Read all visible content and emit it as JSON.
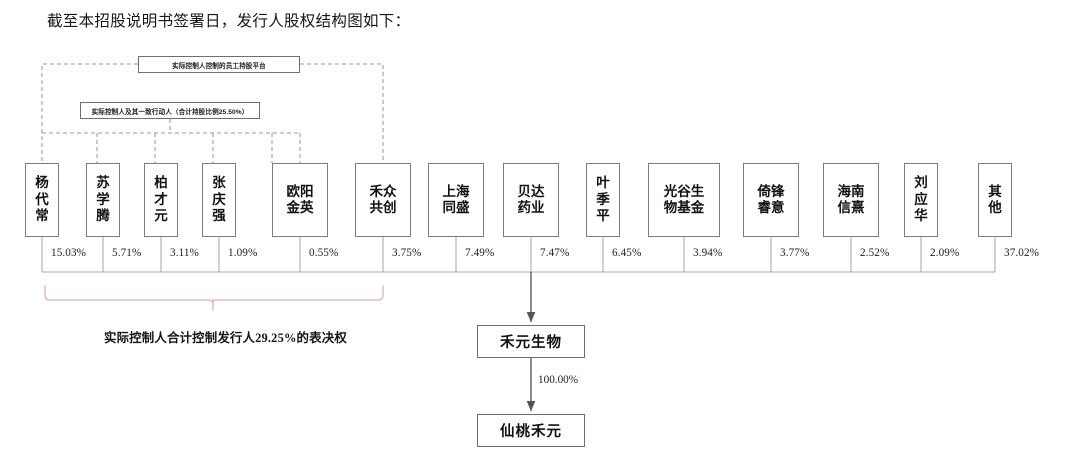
{
  "heading": "截至本招股说明书签署日，发行人股权结构图如下：",
  "control_boxes": {
    "esop_platform": "实际控制人控制的员工持股平台",
    "actual_controller": "实际控制人及其一致行动人（合计持股比例25.50%）"
  },
  "bracket": {
    "label": "实际控制人合计控制发行人29.25%的表决权",
    "color": "#e8c4c4"
  },
  "shareholders": [
    {
      "name": "杨代常",
      "lines": [
        "杨",
        "代",
        "常"
      ],
      "pct": "15.03%"
    },
    {
      "name": "苏学腾",
      "lines": [
        "苏",
        "学",
        "腾"
      ],
      "pct": "5.71%"
    },
    {
      "name": "柏才元",
      "lines": [
        "柏",
        "才",
        "元"
      ],
      "pct": "3.11%"
    },
    {
      "name": "张庆强",
      "lines": [
        "张",
        "庆",
        "强"
      ],
      "pct": "1.09%"
    },
    {
      "name": "欧阳金英",
      "lines": [
        "欧阳",
        "金英"
      ],
      "pct": "0.55%"
    },
    {
      "name": "禾众共创",
      "lines": [
        "禾众",
        "共创"
      ],
      "pct": "3.75%"
    },
    {
      "name": "上海同盛",
      "lines": [
        "上海",
        "同盛"
      ],
      "pct": "7.49%"
    },
    {
      "name": "贝达药业",
      "lines": [
        "贝达",
        "药业"
      ],
      "pct": "7.47%"
    },
    {
      "name": "叶季平",
      "lines": [
        "叶",
        "季",
        "平"
      ],
      "pct": "6.45%"
    },
    {
      "name": "光谷生物基金",
      "lines": [
        "光谷生",
        "物基金"
      ],
      "pct": "3.94%"
    },
    {
      "name": "倚锋睿意",
      "lines": [
        "倚锋",
        "睿意"
      ],
      "pct": "3.77%"
    },
    {
      "name": "海南信熹",
      "lines": [
        "海南",
        "信熹"
      ],
      "pct": "2.52%"
    },
    {
      "name": "刘应华",
      "lines": [
        "刘",
        "应",
        "华"
      ],
      "pct": "2.09%"
    },
    {
      "name": "其他",
      "lines": [
        "其",
        "他"
      ],
      "pct": "37.02%"
    }
  ],
  "issuer": "禾元生物",
  "subsidiary": "仙桃禾元",
  "subsidiary_pct": "100.00%"
}
